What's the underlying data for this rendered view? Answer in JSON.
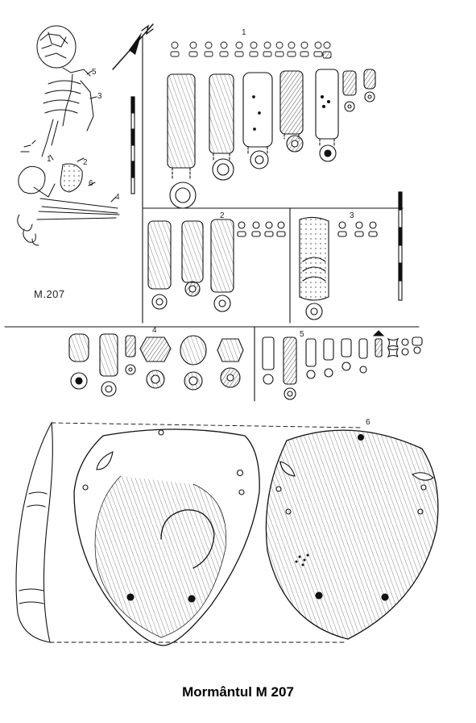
{
  "plate": {
    "grave_id": "M.207",
    "caption": "Mormântul M 207",
    "skeleton_labels": [
      "1",
      "2",
      "3",
      "4",
      "5",
      "6"
    ],
    "group_labels": [
      "1",
      "2",
      "3",
      "4",
      "5",
      "6"
    ]
  }
}
